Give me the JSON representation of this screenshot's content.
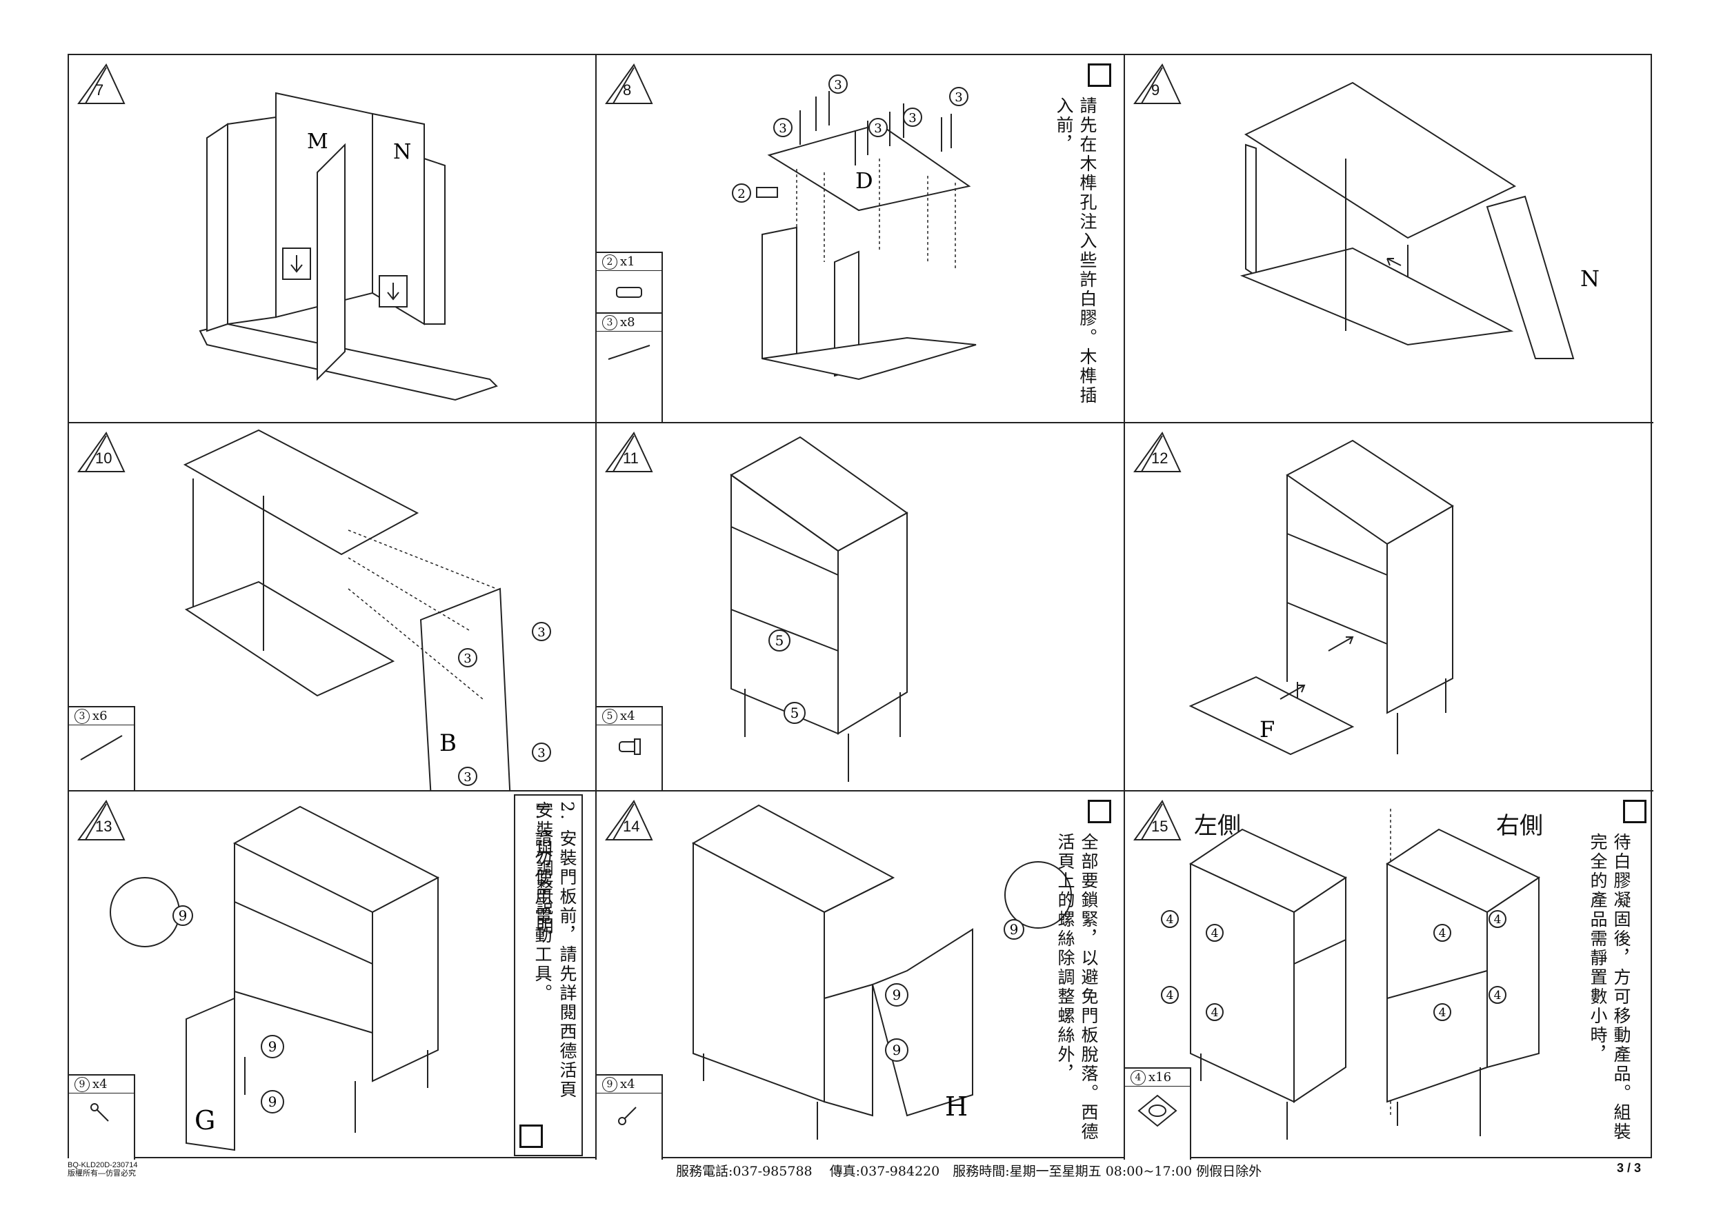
{
  "steps": [
    {
      "num": "7",
      "panel_labels": [
        "M",
        "N"
      ]
    },
    {
      "num": "8",
      "panel_labels": [
        "D"
      ],
      "callouts": [
        "3",
        "3",
        "3",
        "3",
        "3",
        "2"
      ],
      "parts": [
        {
          "id": "2",
          "qty": "x1",
          "icon": "dowel-icon"
        },
        {
          "id": "3",
          "qty": "x8",
          "icon": "screw-icon"
        }
      ],
      "note": "請先在木榫孔注入些許白膠。木榫插入前，"
    },
    {
      "num": "9",
      "panel_labels": [
        "N"
      ]
    },
    {
      "num": "10",
      "panel_labels": [
        "B"
      ],
      "callouts": [
        "3",
        "3",
        "3",
        "3"
      ],
      "parts": [
        {
          "id": "3",
          "qty": "x6",
          "icon": "screw-icon"
        }
      ]
    },
    {
      "num": "11",
      "callouts": [
        "5",
        "5"
      ],
      "parts": [
        {
          "id": "5",
          "qty": "x4",
          "icon": "shelf-pin-icon"
        }
      ]
    },
    {
      "num": "12",
      "panel_labels": [
        "F"
      ]
    },
    {
      "num": "13",
      "panel_labels": [
        "G"
      ],
      "callouts": [
        "9",
        "9",
        "9"
      ],
      "parts": [
        {
          "id": "9",
          "qty": "x4",
          "icon": "small-screw-icon"
        }
      ],
      "note_col1": "1. 請勿使用電動工具。",
      "note_col2": "2. 安裝門板前，請先詳閱西德活頁安裝與調整說明"
    },
    {
      "num": "14",
      "panel_labels": [
        "H"
      ],
      "callouts": [
        "9",
        "9",
        "9"
      ],
      "parts": [
        {
          "id": "9",
          "qty": "x4",
          "icon": "small-screw-icon"
        }
      ],
      "note": "全部要鎖緊，以避免門板脫落。西德活頁上的螺絲除調整螺絲外，"
    },
    {
      "num": "15",
      "side_left": "左側",
      "side_right": "右側",
      "callouts": [
        "4",
        "4",
        "4",
        "4",
        "4",
        "4",
        "4",
        "4"
      ],
      "parts": [
        {
          "id": "4",
          "qty": "x16",
          "icon": "furniture-pad-icon"
        }
      ],
      "note": "待白膠凝固後，方可移動產品。組裝完全的產品需靜置數小時，"
    }
  ],
  "footer": {
    "model": "BQ-KLD20D-230714",
    "copyright": "版權所有—仿冒必究",
    "service": "服務電話:037-985788　 傳真:037-984220　服務時間:星期一至星期五 08:00~17:00 例假日除外",
    "page": "3 / 3"
  }
}
